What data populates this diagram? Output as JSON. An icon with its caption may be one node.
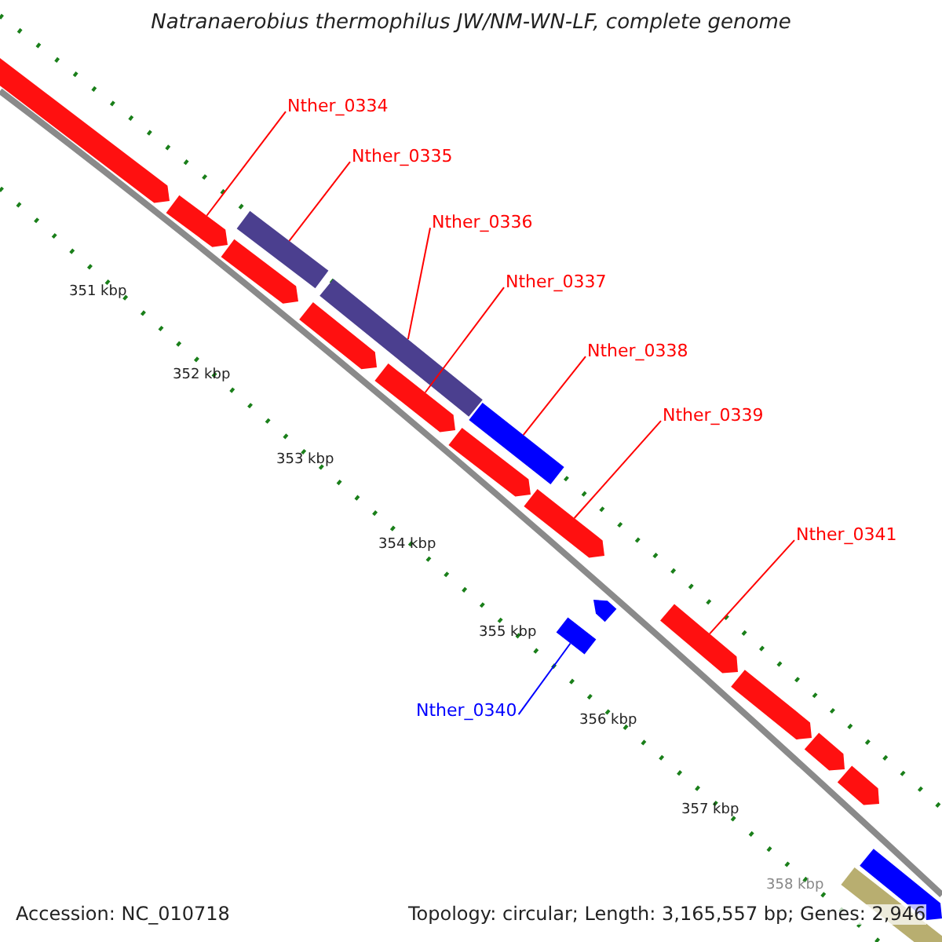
{
  "diagram": {
    "title": "Natranaerobius thermophilus JW/NM-WN-LF, complete genome",
    "nodes": [
      {
        "text": [
          "Nther_0334"
        ]
      },
      {
        "text": [
          "Nther_0335"
        ]
      },
      {
        "text": [
          "Nther_0336"
        ]
      },
      {
        "text": [
          "Nther_0337"
        ]
      },
      {
        "text": [
          "Nther_0338"
        ]
      },
      {
        "text": [
          "Nther_0339"
        ]
      },
      {
        "text": [
          "Nther_0341"
        ]
      },
      {
        "text": [
          "Nther_0340"
        ]
      },
      {
        "text": [],
        "shape": "arrow"
      },
      {
        "text": [],
        "shape": "arrow"
      },
      {
        "text": [],
        "shape": "arrow"
      },
      {
        "text": [],
        "shape": "arrow"
      },
      {
        "text": [],
        "shape": "arrow"
      },
      {
        "text": [],
        "shape": "arrow"
      },
      {
        "text": [],
        "shape": "arrow"
      },
      {
        "text": [],
        "shape": "arrow"
      },
      {
        "text": [],
        "shape": "arrow"
      },
      {
        "text": [],
        "shape": "arrow"
      },
      {
        "text": [],
        "shape": "arrow"
      },
      {
        "text": [],
        "shape": "arrow"
      },
      {
        "text": [],
        "shape": "arrow"
      },
      {
        "text": [],
        "shape": "arrow"
      },
      {
        "text": [],
        "shape": "arrow"
      },
      {
        "text": [],
        "shape": "arrow"
      },
      {
        "text": [],
        "shape": "arrow"
      },
      {
        "text": [],
        "shape": "arrow"
      }
    ],
    "edges": [
      {
        "from": 0,
        "to": 9,
        "arrow": "none"
      },
      {
        "from": 1,
        "to": 10,
        "arrow": "none"
      },
      {
        "from": 2,
        "to": 12,
        "arrow": "none"
      },
      {
        "from": 3,
        "to": 14,
        "arrow": "none"
      },
      {
        "from": 4,
        "to": 15,
        "arrow": "none"
      },
      {
        "from": 5,
        "to": 17,
        "arrow": "none"
      },
      {
        "from": 6,
        "to": 19,
        "arrow": "none"
      },
      {
        "from": 7,
        "to": 20,
        "arrow": "none",
        "color": "#0000ff"
      }
    ],
    "labels": [
      "351 kbp",
      "352 kbp",
      "353 kbp",
      "354 kbp",
      "355 kbp",
      "356 kbp",
      "357 kbp",
      "358 kbp",
      "Accession: NC_010718",
      "Topology: circular; Length: 3,165,557 bp; Genes: 2,946"
    ]
  }
}
